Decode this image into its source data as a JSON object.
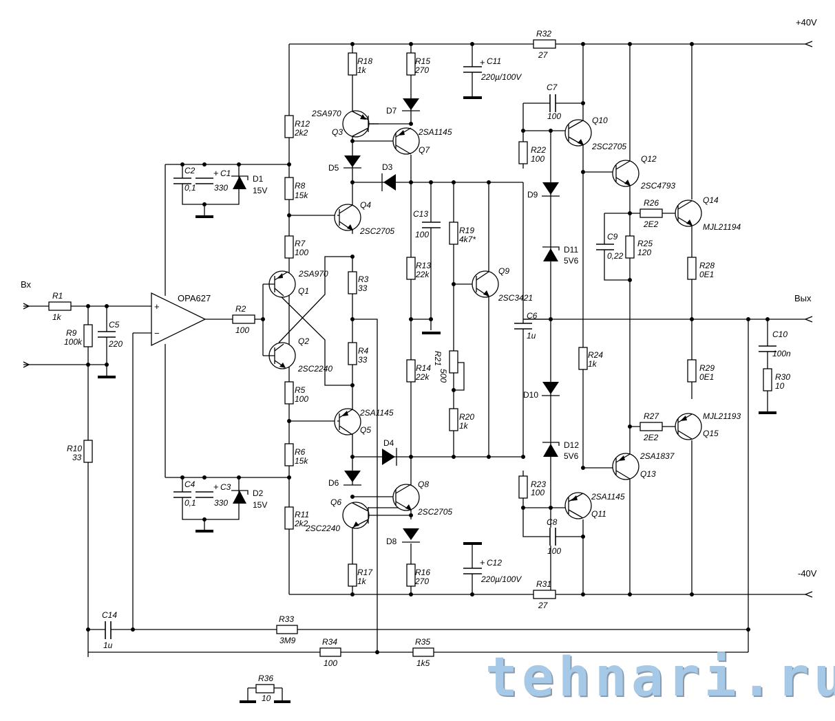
{
  "title": "Power amplifier schematic",
  "terminals": {
    "input": "Вх",
    "output": "Вых",
    "vplus": "+40V",
    "vminus": "-40V"
  },
  "opamp": {
    "ref": "OPA627",
    "plus": "+",
    "minus": "−"
  },
  "resistors": {
    "R1": {
      "ref": "R1",
      "value": "1k"
    },
    "R2": {
      "ref": "R2",
      "value": "100"
    },
    "R3": {
      "ref": "R3",
      "value": "33"
    },
    "R4": {
      "ref": "R4",
      "value": "33"
    },
    "R5": {
      "ref": "R5",
      "value": "100"
    },
    "R6": {
      "ref": "R6",
      "value": "15k"
    },
    "R7": {
      "ref": "R7",
      "value": "100"
    },
    "R8": {
      "ref": "R8",
      "value": "15k"
    },
    "R9": {
      "ref": "R9",
      "value": "100k"
    },
    "R10": {
      "ref": "R10",
      "value": "33"
    },
    "R11": {
      "ref": "R11",
      "value": "2k2"
    },
    "R12": {
      "ref": "R12",
      "value": "2k2"
    },
    "R13": {
      "ref": "R13",
      "value": "22k"
    },
    "R14": {
      "ref": "R14",
      "value": "22k"
    },
    "R15": {
      "ref": "R15",
      "value": "270"
    },
    "R16": {
      "ref": "R16",
      "value": "270"
    },
    "R17": {
      "ref": "R17",
      "value": "1k"
    },
    "R18": {
      "ref": "R18",
      "value": "1k"
    },
    "R19": {
      "ref": "R19",
      "value": "4k7*"
    },
    "R20": {
      "ref": "R20",
      "value": "1k"
    },
    "R21": {
      "ref": "R21",
      "value": "500"
    },
    "R22": {
      "ref": "R22",
      "value": "100"
    },
    "R23": {
      "ref": "R23",
      "value": "100"
    },
    "R24": {
      "ref": "R24",
      "value": "1k"
    },
    "R25": {
      "ref": "R25",
      "value": "120"
    },
    "R26": {
      "ref": "R26",
      "value": "2E2"
    },
    "R27": {
      "ref": "R27",
      "value": "2E2"
    },
    "R28": {
      "ref": "R28",
      "value": "0E1"
    },
    "R29": {
      "ref": "R29",
      "value": "0E1"
    },
    "R30": {
      "ref": "R30",
      "value": "10"
    },
    "R31": {
      "ref": "R31",
      "value": "27"
    },
    "R32": {
      "ref": "R32",
      "value": "27"
    },
    "R33": {
      "ref": "R33",
      "value": "3M9"
    },
    "R34": {
      "ref": "R34",
      "value": "100"
    },
    "R35": {
      "ref": "R35",
      "value": "1k5"
    },
    "R36": {
      "ref": "R36",
      "value": "10"
    }
  },
  "capacitors": {
    "C1": {
      "ref": "C1",
      "value": "330"
    },
    "C2": {
      "ref": "C2",
      "value": "0,1"
    },
    "C3": {
      "ref": "C3",
      "value": "330"
    },
    "C4": {
      "ref": "C4",
      "value": "0,1"
    },
    "C5": {
      "ref": "C5",
      "value": "220"
    },
    "C6": {
      "ref": "C6",
      "value": "1u"
    },
    "C7": {
      "ref": "C7",
      "value": "100"
    },
    "C8": {
      "ref": "C8",
      "value": "100"
    },
    "C9": {
      "ref": "C9",
      "value": "0,22"
    },
    "C10": {
      "ref": "C10",
      "value": "100n"
    },
    "C11": {
      "ref": "C11",
      "value": "220µ/100V"
    },
    "C12": {
      "ref": "C12",
      "value": "220µ/100V"
    },
    "C13": {
      "ref": "C13",
      "value": "100"
    },
    "C14": {
      "ref": "C14",
      "value": "1u"
    }
  },
  "diodes": {
    "D1": {
      "ref": "D1",
      "value": "15V"
    },
    "D2": {
      "ref": "D2",
      "value": "15V"
    },
    "D3": {
      "ref": "D3"
    },
    "D4": {
      "ref": "D4"
    },
    "D5": {
      "ref": "D5"
    },
    "D6": {
      "ref": "D6"
    },
    "D7": {
      "ref": "D7"
    },
    "D8": {
      "ref": "D8"
    },
    "D9": {
      "ref": "D9"
    },
    "D10": {
      "ref": "D10"
    },
    "D11": {
      "ref": "D11",
      "value": "5V6"
    },
    "D12": {
      "ref": "D12",
      "value": "5V6"
    }
  },
  "transistors": {
    "Q1": {
      "ref": "Q1",
      "part": "2SA970"
    },
    "Q2": {
      "ref": "Q2",
      "part": "2SC2240"
    },
    "Q3": {
      "ref": "Q3",
      "part": "2SA970"
    },
    "Q4": {
      "ref": "Q4",
      "part": "2SC2705"
    },
    "Q5": {
      "ref": "Q5",
      "part": "2SA1145"
    },
    "Q6": {
      "ref": "Q6",
      "part": "2SC2240"
    },
    "Q7": {
      "ref": "Q7",
      "part": "2SA1145"
    },
    "Q8": {
      "ref": "Q8",
      "part": "2SC2705"
    },
    "Q9": {
      "ref": "Q9",
      "part": "2SC3421"
    },
    "Q10": {
      "ref": "Q10",
      "part": "2SC2705"
    },
    "Q11": {
      "ref": "Q11",
      "part": "2SA1145"
    },
    "Q12": {
      "ref": "Q12",
      "part": "2SC4793"
    },
    "Q13": {
      "ref": "Q13",
      "part": "2SA1837"
    },
    "Q14": {
      "ref": "Q14",
      "part": "MJL21194"
    },
    "Q15": {
      "ref": "Q15",
      "part": "MJL21193"
    }
  },
  "watermark": "tehnari.ru"
}
